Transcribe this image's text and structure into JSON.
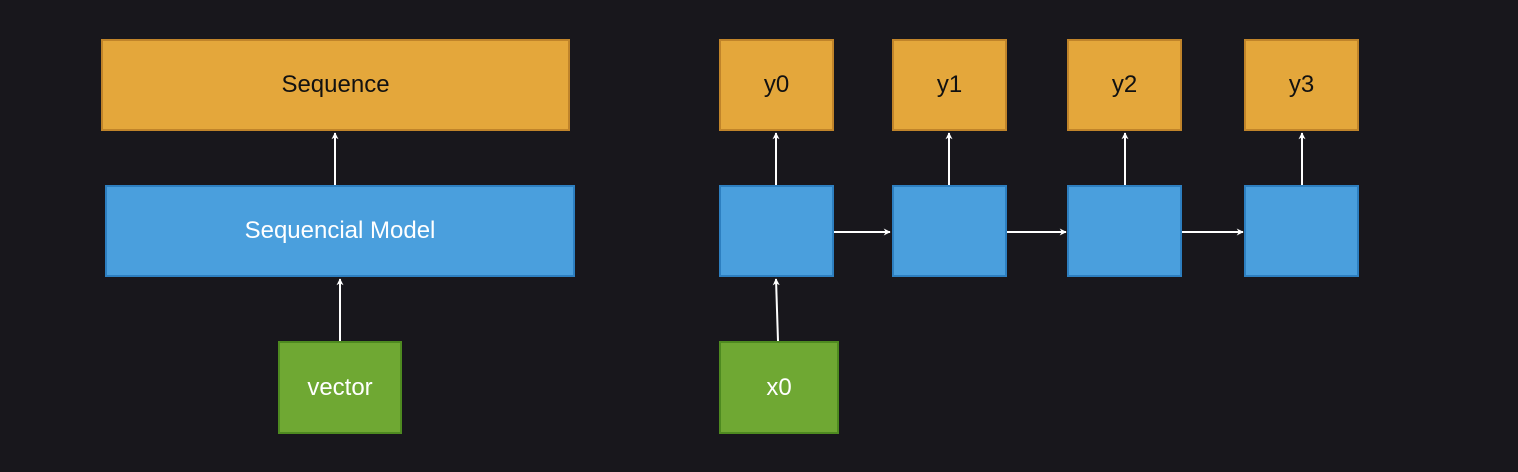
{
  "left_diagram": {
    "output_label": "Sequence",
    "model_label": "Sequencial Model",
    "input_label": "vector"
  },
  "right_diagram": {
    "outputs": [
      "y0",
      "y1",
      "y2",
      "y3"
    ],
    "input_label": "x0"
  },
  "colors": {
    "background": "#18171c",
    "output_fill": "#e4a73b",
    "model_fill": "#4a9fdd",
    "input_fill": "#6fa833",
    "arrow": "#ffffff"
  }
}
